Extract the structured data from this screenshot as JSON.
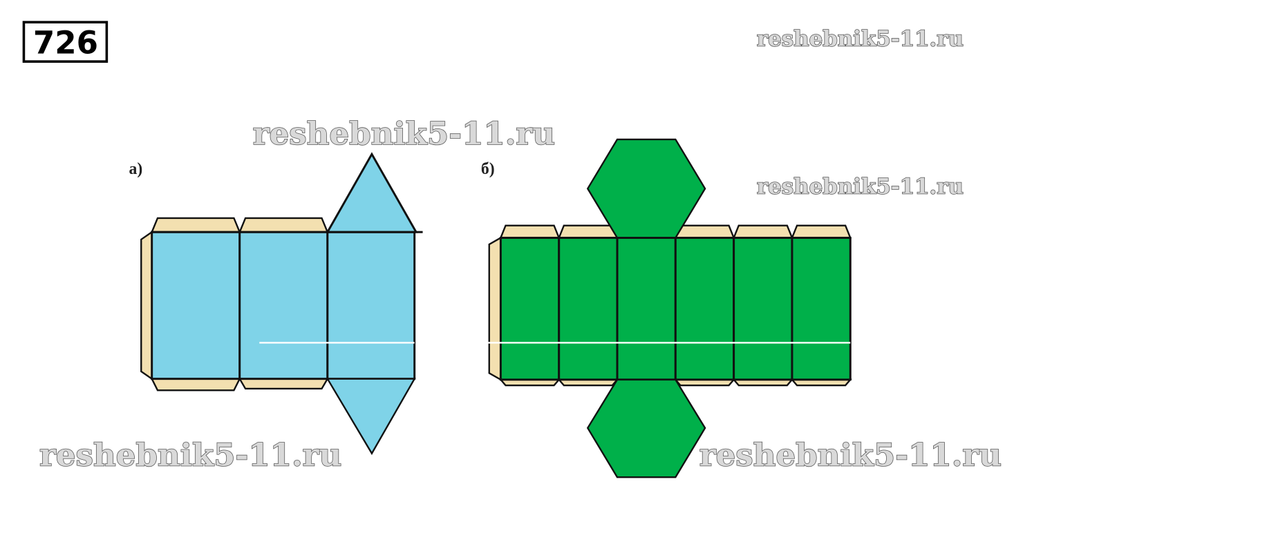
{
  "problem_number": "726",
  "labels": {
    "a": "а)",
    "b": "б)"
  },
  "watermark": "reshebnik5-11.ru",
  "colors": {
    "blue": "#7fd3e8",
    "tan": "#f3e0b0",
    "green": "#00b04a",
    "outline": "#111111"
  },
  "nets": [
    {
      "label": "а)",
      "shape": "triangular prism net",
      "lateral_faces": 3,
      "base": "triangle"
    },
    {
      "label": "б)",
      "shape": "hexagonal prism net",
      "lateral_faces": 6,
      "base": "hexagon"
    }
  ]
}
